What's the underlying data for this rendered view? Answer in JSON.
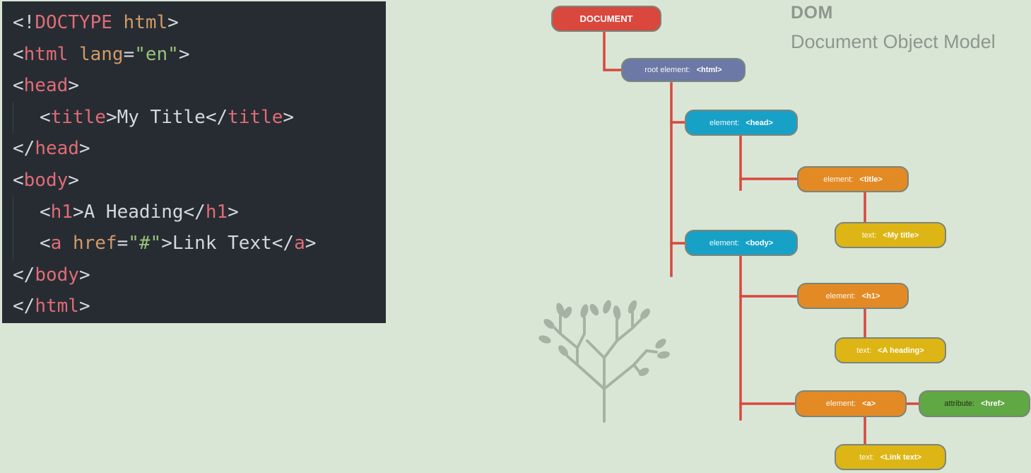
{
  "code_lines": [
    {
      "indent": false,
      "tokens": [
        {
          "t": "<!",
          "c": "br"
        },
        {
          "t": "DOCTYPE",
          "c": "tag"
        },
        {
          "t": " ",
          "c": "br"
        },
        {
          "t": "html",
          "c": "attr"
        },
        {
          "t": ">",
          "c": "br"
        }
      ]
    },
    {
      "indent": false,
      "tokens": [
        {
          "t": "<",
          "c": "br"
        },
        {
          "t": "html",
          "c": "tag"
        },
        {
          "t": " ",
          "c": "br"
        },
        {
          "t": "lang",
          "c": "attr"
        },
        {
          "t": "=",
          "c": "br"
        },
        {
          "t": "\"en\"",
          "c": "str"
        },
        {
          "t": ">",
          "c": "br"
        }
      ]
    },
    {
      "indent": false,
      "tokens": [
        {
          "t": "<",
          "c": "br"
        },
        {
          "t": "head",
          "c": "tag"
        },
        {
          "t": ">",
          "c": "br"
        }
      ]
    },
    {
      "indent": true,
      "tokens": [
        {
          "t": "<",
          "c": "br"
        },
        {
          "t": "title",
          "c": "tag"
        },
        {
          "t": ">My Title</",
          "c": "br"
        },
        {
          "t": "title",
          "c": "tag"
        },
        {
          "t": ">",
          "c": "br"
        }
      ]
    },
    {
      "indent": false,
      "tokens": [
        {
          "t": "</",
          "c": "br"
        },
        {
          "t": "head",
          "c": "tag"
        },
        {
          "t": ">",
          "c": "br"
        }
      ]
    },
    {
      "indent": false,
      "tokens": [
        {
          "t": "<",
          "c": "br"
        },
        {
          "t": "body",
          "c": "tag"
        },
        {
          "t": ">",
          "c": "br"
        }
      ]
    },
    {
      "indent": true,
      "tokens": [
        {
          "t": "<",
          "c": "br"
        },
        {
          "t": "h1",
          "c": "tag"
        },
        {
          "t": ">A Heading</",
          "c": "br"
        },
        {
          "t": "h1",
          "c": "tag"
        },
        {
          "t": ">",
          "c": "br"
        }
      ]
    },
    {
      "indent": true,
      "tokens": [
        {
          "t": "<",
          "c": "br"
        },
        {
          "t": "a",
          "c": "tag"
        },
        {
          "t": " ",
          "c": "br"
        },
        {
          "t": "href",
          "c": "attr"
        },
        {
          "t": "=",
          "c": "br"
        },
        {
          "t": "\"#\"",
          "c": "str"
        },
        {
          "t": ">Link Text</",
          "c": "br"
        },
        {
          "t": "a",
          "c": "tag"
        },
        {
          "t": ">",
          "c": "br"
        }
      ]
    },
    {
      "indent": false,
      "tokens": [
        {
          "t": "</",
          "c": "br"
        },
        {
          "t": "body",
          "c": "tag"
        },
        {
          "t": ">",
          "c": "br"
        }
      ]
    },
    {
      "indent": false,
      "tokens": [
        {
          "t": "</",
          "c": "br"
        },
        {
          "t": "html",
          "c": "tag"
        },
        {
          "t": ">",
          "c": "br"
        }
      ]
    }
  ],
  "dom_title": "DOM",
  "dom_subtitle": "Document Object Model",
  "nodes": {
    "document": {
      "kind": "",
      "value": "DOCUMENT"
    },
    "root": {
      "kind": "root element:",
      "value": "<html>"
    },
    "head": {
      "kind": "element:",
      "value": "<head>"
    },
    "title": {
      "kind": "element:",
      "value": "<title>"
    },
    "title_text": {
      "kind": "text:",
      "value": "<My title>"
    },
    "body": {
      "kind": "element:",
      "value": "<body>"
    },
    "h1": {
      "kind": "element:",
      "value": "<h1>"
    },
    "h1_text": {
      "kind": "text:",
      "value": "<A heading>"
    },
    "a": {
      "kind": "element:",
      "value": "<a>"
    },
    "a_attr": {
      "kind": "attribute:",
      "value": "<href>"
    },
    "a_text": {
      "kind": "text:",
      "value": "<Link text>"
    }
  },
  "colors": {
    "background": "#d9e6d6",
    "connector": "#d9473d",
    "document": "#d9473d",
    "root": "#6c78a6",
    "element": "#17a1c7",
    "child_element": "#e38a24",
    "text": "#ddb615",
    "attribute": "#5fa843"
  },
  "icons": {
    "tree": "tree-icon"
  }
}
